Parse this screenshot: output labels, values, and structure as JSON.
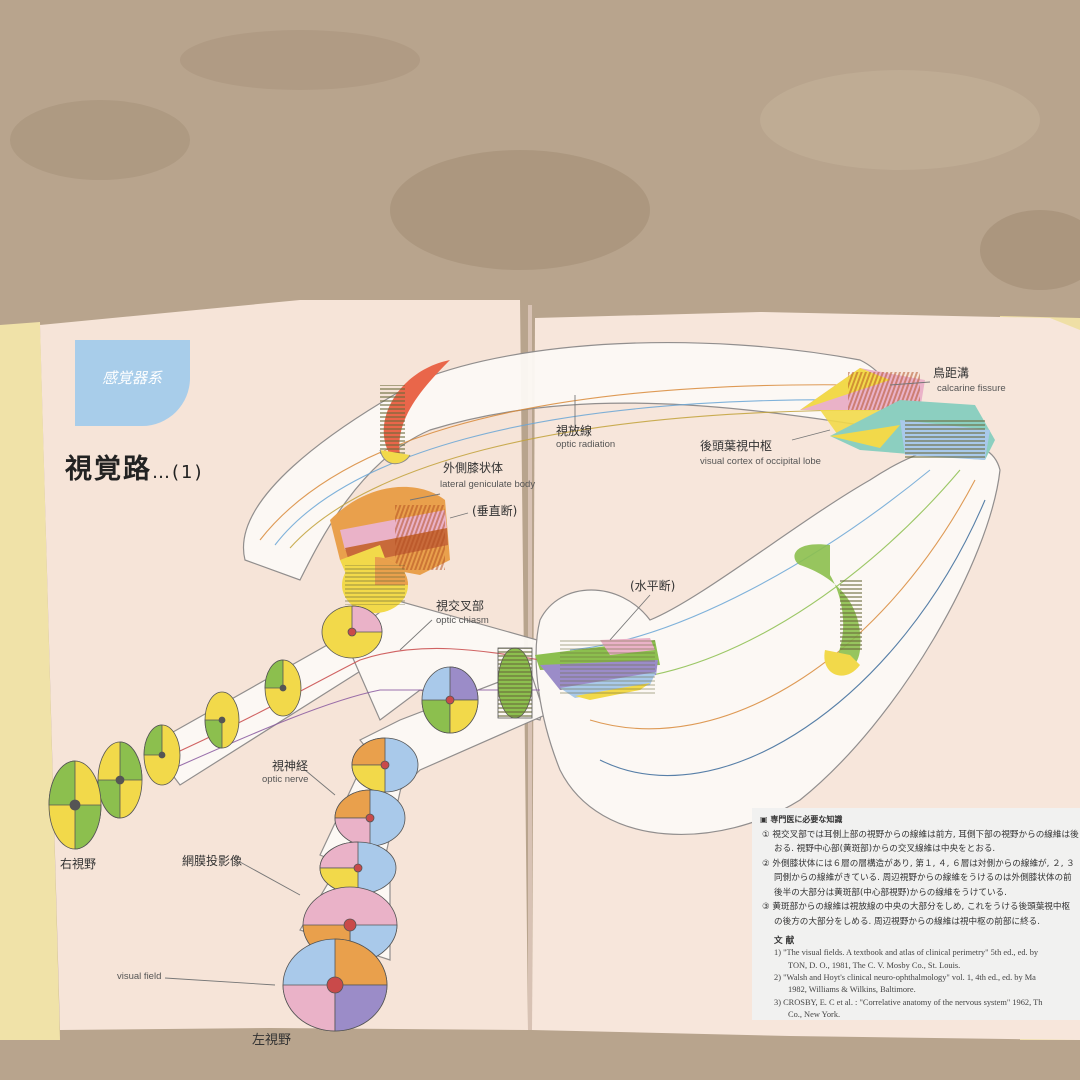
{
  "book": {
    "section_tab": "感覚器系",
    "title": "視覚路",
    "title_suffix": "…(1)"
  },
  "labels": {
    "calcarine_jp": "鳥距溝",
    "calcarine_en": "calcarine fissure",
    "radiation_jp": "視放線",
    "radiation_en": "optic radiation",
    "cortex_jp": "後頭葉視中枢",
    "cortex_en": "visual cortex of occipital lobe",
    "lgb_jp": "外側膝状体",
    "lgb_en": "lateral geniculate body",
    "vertical_section": "(垂直断)",
    "horizontal_section": "(水平断)",
    "chiasm_jp": "視交叉部",
    "chiasm_en": "optic chiasm",
    "nerve_jp": "視神経",
    "nerve_en": "optic nerve",
    "retinal_jp": "網膜投影像",
    "right_field": "右視野",
    "left_field": "左視野",
    "visual_field_en": "visual field"
  },
  "notes": {
    "header": "▣ 専門医に必要な知識",
    "items": [
      "① 視交叉部では耳側上部の視野からの線維は前方, 耳側下部の視野からの線維は後",
      "おる. 視野中心部(黄斑部)からの交叉線維は中央をとおる.",
      "② 外側膝状体には６層の層構造があり, 第１, ４, ６層は対側からの線維が, ２, ３",
      "同側からの線維がきている. 周辺視野からの線維をうけるのは外側膝状体の前",
      "後半の大部分は黄斑部(中心部視野)からの線維をうけている.",
      "③ 黄斑部からの線維は視放線の中央の大部分をしめ, これをうける後頭葉視中枢",
      "の後方の大部分をしめる. 周辺視野からの線維は視中枢の前部に終る."
    ],
    "refs_header": "文 献",
    "refs": [
      "1) \"The visual fields. A textbook and atlas of clinical perimetry\" 5th ed., ed. by",
      "TON, D. O., 1981, The C. V. Mosby Co., St. Louis.",
      "2) \"Walsh and Hoyt's clinical neuro-ophthalmology\" vol. 1, 4th ed., ed. by Ma",
      "1982, Williams & Wilkins, Baltimore.",
      "3) CROSBY, E. C et al. : \"Correlative anatomy of the nervous system\" 1962, Th",
      "Co., New York."
    ]
  },
  "colors": {
    "carpet": "#b8a48d",
    "page": "#f6e4d8",
    "tab": "#a8cdea",
    "yellow": "#f2d94a",
    "green": "#8cbf4e",
    "pink": "#eab2c8",
    "blue": "#a9c9ea",
    "orange": "#e9a04c",
    "purple": "#9b8cc8"
  }
}
